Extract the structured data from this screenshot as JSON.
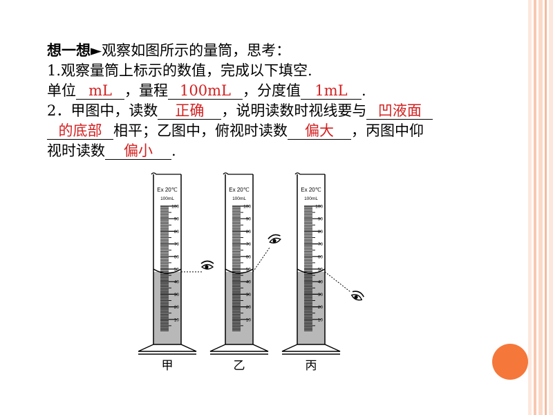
{
  "question": {
    "title": "想一想",
    "title_arrow": "►",
    "prompt": "观察如图所示的量筒，思考：",
    "q1_intro": "1.观察量筒上标示的数值，完成以下填空.",
    "q1_unit_label": "单位",
    "q1_unit_answer": "mL",
    "q1_range_label": "，量程",
    "q1_range_answer": "100mL",
    "q1_division_label": "，分度值",
    "q1_division_answer": "1mL",
    "q1_end": ".",
    "q2_part1": "2．甲图中，读数",
    "q2_answer1": "正确",
    "q2_part2": "，说明读数时视线要与",
    "q2_answer2a": "凹液面",
    "q2_answer2b": "的底部",
    "q2_part3": "相平；乙图中，俯视时读数",
    "q2_answer3": "偏大",
    "q2_part4": "，丙图中仰",
    "q2_part5": "视时读数",
    "q2_answer4": "偏小",
    "q2_end": "."
  },
  "cylinder": {
    "brand": "Ex 20℃",
    "volume": "100mL",
    "ticks": [
      "100",
      "90",
      "80",
      "70",
      "60",
      "50",
      "40",
      "30",
      "20",
      "10"
    ]
  },
  "captions": [
    "甲",
    "乙",
    "丙"
  ],
  "colors": {
    "answer": "#d42020",
    "accent_dot": "#f5773a",
    "stripe_light": "#fbd9c8",
    "stripe_mid": "#f6b99c",
    "liquid": "#b8b8b8"
  }
}
